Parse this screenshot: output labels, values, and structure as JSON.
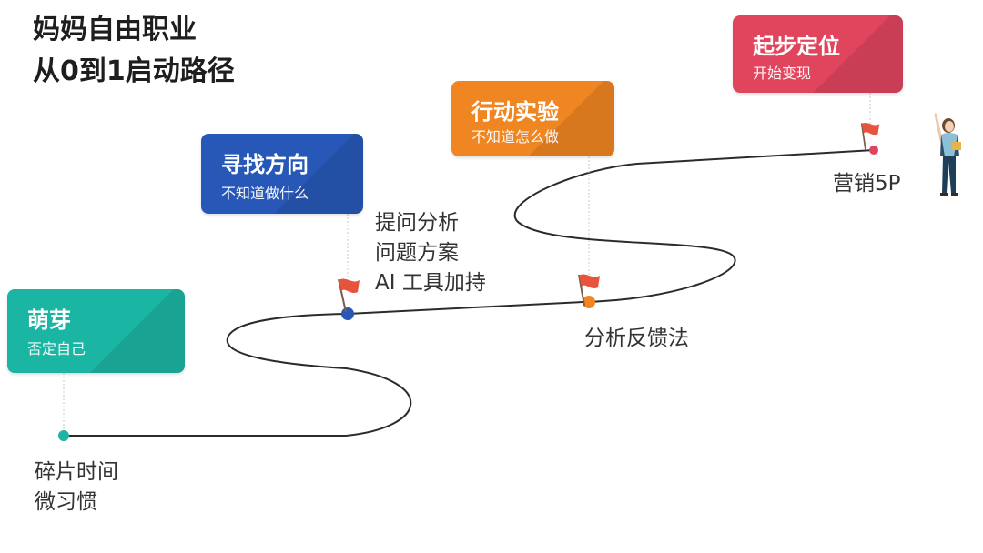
{
  "title": {
    "line1": "妈妈自由职业",
    "line2": "从0到1启动路径"
  },
  "colors": {
    "teal": "#1bb5a3",
    "blue": "#2758b8",
    "orange": "#ef8622",
    "red": "#e0455d",
    "flag": "#e8533e"
  },
  "stages": [
    {
      "title": "萌芽",
      "subtitle": "否定自己",
      "notes": [
        "碎片时间",
        "微习惯"
      ]
    },
    {
      "title": "寻找方向",
      "subtitle": "不知道做什么",
      "notes": [
        "提问分析",
        "问题方案",
        "AI 工具加持"
      ]
    },
    {
      "title": "行动实验",
      "subtitle": "不知道怎么做",
      "notes": [
        "分析反馈法"
      ]
    },
    {
      "title": "起步定位",
      "subtitle": "开始变现",
      "notes": [
        "营销5P"
      ]
    }
  ],
  "icons": {
    "milestone": "flag-icon",
    "goal": "person-icon"
  }
}
